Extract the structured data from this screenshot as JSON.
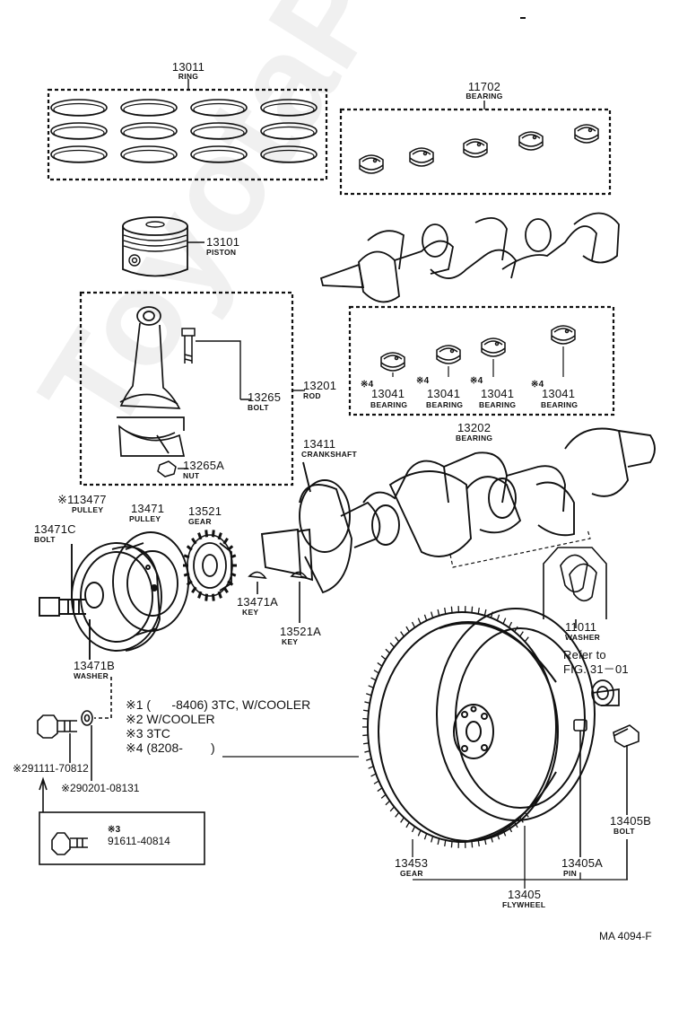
{
  "watermark": "ToyotaPartMine.ru",
  "figure_code": "MA 4094-F",
  "parts": {
    "ring": {
      "number": "13011",
      "name": "RING"
    },
    "bearing_main": {
      "number": "11702",
      "name": "BEARING"
    },
    "piston": {
      "number": "13101",
      "name": "PISTON"
    },
    "rod": {
      "number": "13201",
      "name": "ROD"
    },
    "rod_bolt": {
      "number": "13265",
      "name": "BOLT"
    },
    "rod_nut": {
      "number": "13265A",
      "name": "NUT"
    },
    "rod_bearings": [
      {
        "mark": "※4",
        "number": "13041",
        "name": "BEARING"
      },
      {
        "mark": "※4",
        "number": "13041",
        "name": "BEARING"
      },
      {
        "mark": "※4",
        "number": "13041",
        "name": "BEARING"
      },
      {
        "mark": "※4",
        "number": "13041",
        "name": "BEARING"
      }
    ],
    "crank_bearing": {
      "number": "13202",
      "name": "BEARING"
    },
    "crankshaft": {
      "number": "13411",
      "name": "CRANKSHAFT"
    },
    "pulley_star": {
      "number": "※113477",
      "name": "PULLEY"
    },
    "pulley": {
      "number": "13471",
      "name": "PULLEY"
    },
    "pulley_bolt": {
      "number": "13471C",
      "name": "BOLT"
    },
    "gear": {
      "number": "13521",
      "name": "GEAR"
    },
    "key1": {
      "number": "13471A",
      "name": "KEY"
    },
    "key2": {
      "number": "13521A",
      "name": "KEY"
    },
    "washer_pulley": {
      "number": "13471B",
      "name": "WASHER"
    },
    "thrust_washer": {
      "number": "11011",
      "name": "WASHER"
    },
    "refer": {
      "line1": "Refer to",
      "line2": "FIG. 31－01"
    },
    "fw_bolt": {
      "number": "13405B",
      "name": "BOLT"
    },
    "fw_pin": {
      "number": "13405A",
      "name": "PIN"
    },
    "ring_gear": {
      "number": "13453",
      "name": "GEAR"
    },
    "flywheel": {
      "number": "13405",
      "name": "FLYWHEEL"
    }
  },
  "legend": [
    {
      "mark": "※1",
      "text": "(      -8406) 3TC, W/COOLER"
    },
    {
      "mark": "※2",
      "text": "W/COOLER"
    },
    {
      "mark": "※3",
      "text": "3TC"
    },
    {
      "mark": "※4",
      "text": "(8208-        )"
    }
  ],
  "std_parts": {
    "bolt": "※291111-70812",
    "washer": "※290201-08131",
    "inset_mark": "※3",
    "inset_bolt": "91611-40814"
  }
}
